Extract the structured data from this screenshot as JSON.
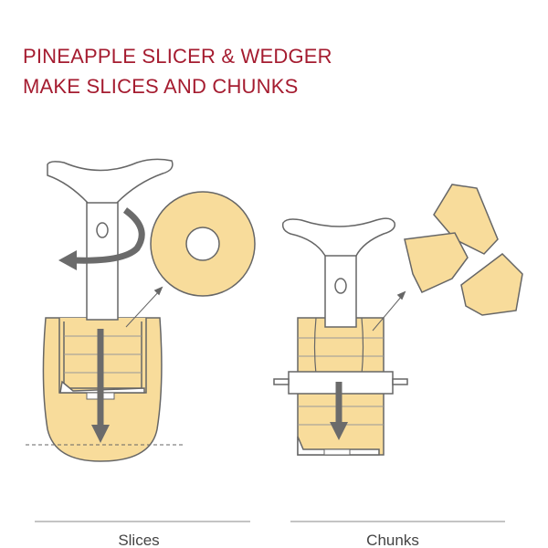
{
  "title_line1": "PINEAPPLE SLICER & WEDGER",
  "title_line2": "MAKE SLICES AND CHUNKS",
  "captions": {
    "left": "Slices",
    "right": "Chunks"
  },
  "colors": {
    "title": "#a51c30",
    "fruit": "#f8dc9b",
    "outline": "#666666",
    "arrow": "#6b6b6b"
  }
}
